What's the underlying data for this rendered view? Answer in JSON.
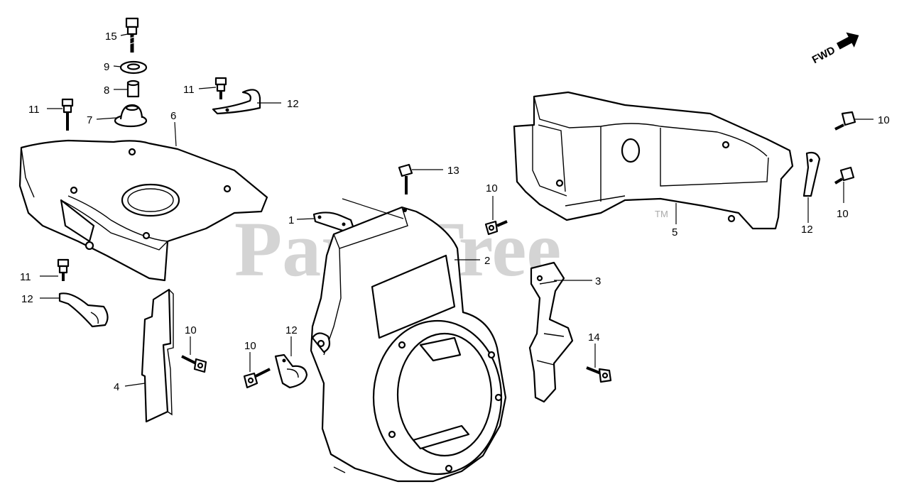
{
  "watermark": {
    "text": "PartsTree",
    "trademark": "TM"
  },
  "direction_indicator": {
    "text": "FWD"
  },
  "callouts": [
    {
      "id": "c15",
      "text": "15"
    },
    {
      "id": "c9",
      "text": "9"
    },
    {
      "id": "c8",
      "text": "8"
    },
    {
      "id": "c7",
      "text": "7"
    },
    {
      "id": "c11a",
      "text": "11"
    },
    {
      "id": "c11b",
      "text": "11"
    },
    {
      "id": "c12a",
      "text": "12"
    },
    {
      "id": "c6",
      "text": "6"
    },
    {
      "id": "c11c",
      "text": "11"
    },
    {
      "id": "c12b",
      "text": "12"
    },
    {
      "id": "c4",
      "text": "4"
    },
    {
      "id": "c10a",
      "text": "10"
    },
    {
      "id": "c10b",
      "text": "10"
    },
    {
      "id": "c12c",
      "text": "12"
    },
    {
      "id": "c1",
      "text": "1"
    },
    {
      "id": "c13",
      "text": "13"
    },
    {
      "id": "c2",
      "text": "2"
    },
    {
      "id": "c10c",
      "text": "10"
    },
    {
      "id": "c3",
      "text": "3"
    },
    {
      "id": "c14",
      "text": "14"
    },
    {
      "id": "c5",
      "text": "5"
    },
    {
      "id": "c12d",
      "text": "12"
    },
    {
      "id": "c10d",
      "text": "10"
    },
    {
      "id": "c10e",
      "text": "10"
    }
  ]
}
